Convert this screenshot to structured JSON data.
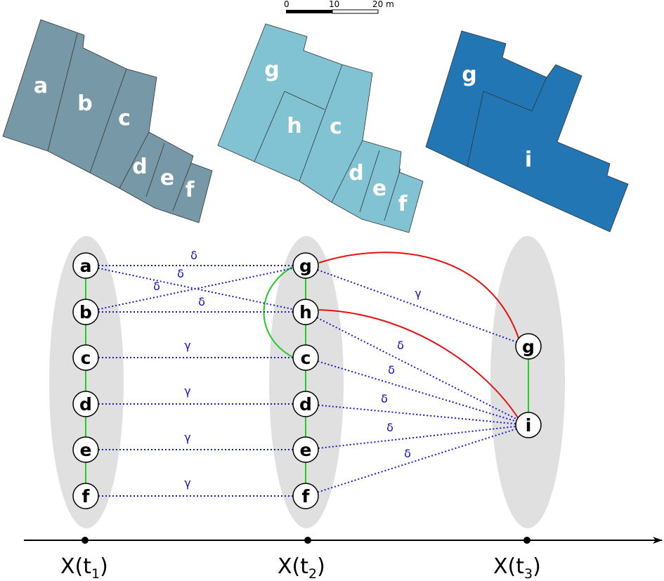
{
  "scale_bar": {
    "labels": [
      "0",
      "10",
      "20 m"
    ]
  },
  "maps": {
    "t1": {
      "color": "#7799a7",
      "labels": [
        "a",
        "b",
        "c",
        "d",
        "e",
        "f"
      ]
    },
    "t2": {
      "color": "#82c3d3",
      "labels": [
        "g",
        "h",
        "c",
        "d",
        "e",
        "f"
      ]
    },
    "t3": {
      "color": "#2176b3",
      "labels": [
        "g",
        "i"
      ]
    }
  },
  "graph": {
    "groups": [
      {
        "id": "t1",
        "nodes": [
          "a",
          "b",
          "c",
          "d",
          "e",
          "f"
        ]
      },
      {
        "id": "t2",
        "nodes": [
          "g",
          "h",
          "c",
          "d",
          "e",
          "f"
        ]
      },
      {
        "id": "t3",
        "nodes": [
          "g",
          "i"
        ]
      }
    ],
    "edge_colors": {
      "adjacency": "#22cc22",
      "transition": "#1a1acc",
      "filiation": "#e81010"
    },
    "transitions": [
      {
        "from": "t1.a",
        "to": "t2.g",
        "label": "δ"
      },
      {
        "from": "t1.a",
        "to": "t2.h",
        "label": "δ"
      },
      {
        "from": "t1.b",
        "to": "t2.g",
        "label": "δ"
      },
      {
        "from": "t1.b",
        "to": "t2.h",
        "label": "δ"
      },
      {
        "from": "t1.c",
        "to": "t2.c",
        "label": "γ"
      },
      {
        "from": "t1.d",
        "to": "t2.d",
        "label": "γ"
      },
      {
        "from": "t1.e",
        "to": "t2.e",
        "label": "γ"
      },
      {
        "from": "t1.f",
        "to": "t2.f",
        "label": "γ"
      },
      {
        "from": "t2.g",
        "to": "t3.g",
        "label": "γ"
      },
      {
        "from": "t2.h",
        "to": "t3.i",
        "label": "δ"
      },
      {
        "from": "t2.c",
        "to": "t3.i",
        "label": "δ"
      },
      {
        "from": "t2.d",
        "to": "t3.i",
        "label": "δ"
      },
      {
        "from": "t2.e",
        "to": "t3.i",
        "label": "δ"
      },
      {
        "from": "t2.f",
        "to": "t3.i",
        "label": "δ"
      }
    ]
  },
  "timeline": {
    "var": "X(t",
    "close": ")",
    "subs": [
      "1",
      "2",
      "3"
    ]
  }
}
